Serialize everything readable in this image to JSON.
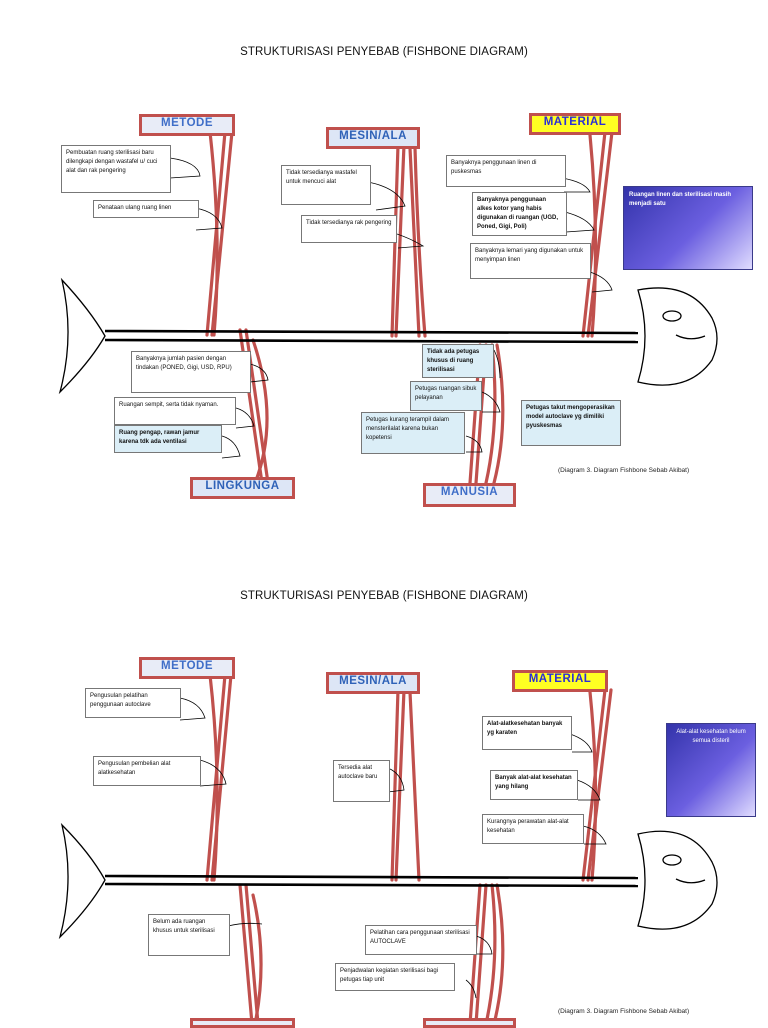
{
  "diagram1": {
    "title": "STRUKTURISASI PENYEBAB (FISHBONE DIAGRAM)",
    "categories": {
      "metode": "METODE",
      "mesin": "MESIN/ALA",
      "material": "MATERIAL",
      "lingkungan": "LINGKUNGA",
      "manusia": "MANUSIA"
    },
    "causes": {
      "metode_1": "Pembuatan ruang sterilisasi baru dilengkapi dengan wastafel u/ cuci alat dan rak pengering",
      "metode_2": "Penataan ulang ruang linen",
      "mesin_1": "Tidak tersedianya wastafel untuk mencuci alat",
      "mesin_2": "Tidak tersedianya rak pengering",
      "material_1": "Banyaknya penggunaan linen di puskesmas",
      "material_2": "Banyaknya penggunaan alkes kotor yang habis digunakan di ruangan (UGD, Poned, Gigi, Poli)",
      "material_3": "Banyaknya lemari yang digunakan untuk menyimpan linen",
      "lingkungan_1": "Banyaknya jumlah pasien dengan tindakan (PONED, Gigi, USD, RPU)",
      "lingkungan_2": "Ruangan sempit, serta tidak nyaman.",
      "lingkungan_3": "Ruang pengap, rawan jamur karena tdk ada ventilasi",
      "manusia_1": "Tidak ada petugas khusus di ruang sterilisasi",
      "manusia_2": "Petugas ruangan sibuk pelayanan",
      "manusia_3": "Petugas kurang terampil dalam mensterilalat karena bukan kopetensi",
      "manusia_4": "Petugas takut mengoperasikan model autoclave yg dimiliki pyuskesmas"
    },
    "effect": "Ruangan linen dan sterilisasi masih menjadi satu",
    "caption": "(Diagram 3. Diagram Fishbone Sebab Akibat)"
  },
  "diagram2": {
    "title": "STRUKTURISASI PENYEBAB (FISHBONE DIAGRAM)",
    "categories": {
      "metode": "METODE",
      "mesin": "MESIN/ALA",
      "material": "MATERIAL"
    },
    "causes": {
      "metode_1": "Pengusulan pelatihan penggunaan autoclave",
      "metode_2": "Pengusulan pembelian alat alatkesehatan",
      "mesin_1": "Tersedia alat autoclave baru",
      "material_1": "Alat-alatkesehatan banyak yg karaten",
      "material_2": "Banyak alat-alat kesehatan yang hilang",
      "material_3": "Kurangnya perawatan alat-alat kesehatan",
      "bottom_1": "Belum ada ruangan khusus untuk sterilisasi",
      "bottom_2": "Pelatihan cara penggunaan sterilisasi AUTOCLAVE",
      "bottom_3": "Penjadwalan kegiatan sterilisasi bagi petugas tiap unit"
    },
    "effect": "Alat-alat kesehatan belum semua disteril",
    "caption": "(Diagram 3. Diagram Fishbone Sebab Akibat)"
  },
  "colors": {
    "bone": "#c0504d",
    "spine": "#000000",
    "effect_box": "#3333aa",
    "material_label_bg": "#ffff22"
  }
}
